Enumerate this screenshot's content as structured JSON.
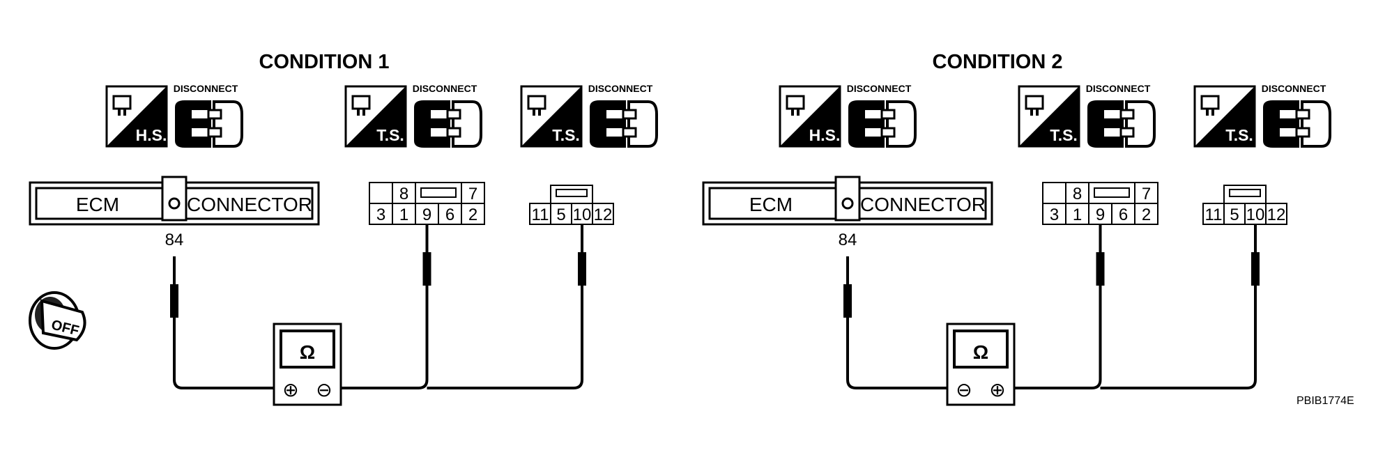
{
  "conditions": [
    {
      "title": "CONDITION 1",
      "icons": [
        {
          "name": "harness-side-icon",
          "label": "H.S.",
          "action": "DISCONNECT"
        },
        {
          "name": "terminal-side-icon",
          "label": "T.S.",
          "action": "DISCONNECT"
        },
        {
          "name": "terminal-side-icon",
          "label": "T.S.",
          "action": "DISCONNECT"
        }
      ],
      "ecm": {
        "left_label": "ECM",
        "right_label": "CONNECTOR",
        "terminal": "84"
      },
      "connector_a": {
        "top_row": [
          "8",
          "7"
        ],
        "bottom_row": [
          "3",
          "1",
          "9",
          "6",
          "2"
        ],
        "probed": "9"
      },
      "connector_b": {
        "row": [
          "11",
          "5",
          "10",
          "12"
        ],
        "probed": "10"
      },
      "meter": {
        "symbol": "Ω",
        "left_terminal": "⊕",
        "right_terminal": "⊖"
      }
    },
    {
      "title": "CONDITION 2",
      "icons": [
        {
          "name": "harness-side-icon",
          "label": "H.S.",
          "action": "DISCONNECT"
        },
        {
          "name": "terminal-side-icon",
          "label": "T.S.",
          "action": "DISCONNECT"
        },
        {
          "name": "terminal-side-icon",
          "label": "T.S.",
          "action": "DISCONNECT"
        }
      ],
      "ecm": {
        "left_label": "ECM",
        "right_label": "CONNECTOR",
        "terminal": "84"
      },
      "connector_a": {
        "top_row": [
          "8",
          "7"
        ],
        "bottom_row": [
          "3",
          "1",
          "9",
          "6",
          "2"
        ],
        "probed": "9"
      },
      "connector_b": {
        "row": [
          "11",
          "5",
          "10",
          "12"
        ],
        "probed": "10"
      },
      "meter": {
        "symbol": "Ω",
        "left_terminal": "⊖",
        "right_terminal": "⊕"
      }
    }
  ],
  "ignition_key": {
    "label": "OFF",
    "icon": "ignition-key-off-icon"
  },
  "figure_code": "PBIB1774E"
}
